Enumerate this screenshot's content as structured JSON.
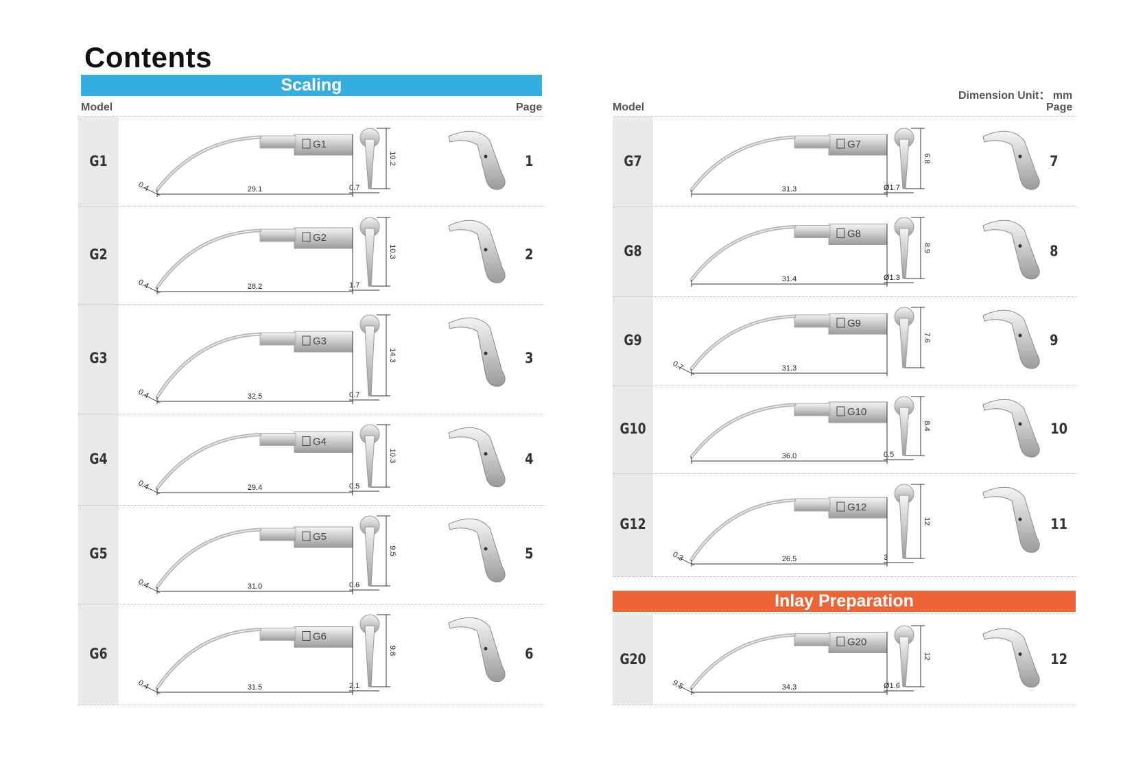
{
  "title": "Contents",
  "header": {
    "model_label": "Model",
    "page_label": "Page",
    "dimension_unit": "Dimension Unit： mm"
  },
  "categories": {
    "scaling": "Scaling",
    "inlay": "Inlay Preparation"
  },
  "colors": {
    "scaling_bar": "#35ace0",
    "inlay_bar": "#ec6438",
    "model_cell": "#e9e9e9"
  },
  "left_rows": [
    {
      "model": "G1",
      "page": "1",
      "length": "29.1",
      "tip": "0.4",
      "height": "10.2",
      "width": "0.7",
      "label": "G1"
    },
    {
      "model": "G2",
      "page": "2",
      "length": "28.2",
      "tip": "0.4",
      "height": "10.3",
      "width": "1.7",
      "label": "G2"
    },
    {
      "model": "G3",
      "page": "3",
      "length": "32.5",
      "tip": "0.4",
      "height": "14.3",
      "width": "0.7",
      "label": "G3"
    },
    {
      "model": "G4",
      "page": "4",
      "length": "29.4",
      "tip": "0.4",
      "height": "10.3",
      "width": "0.5",
      "label": "G4"
    },
    {
      "model": "G5",
      "page": "5",
      "length": "31.0",
      "tip": "0.4",
      "height": "9.5",
      "width": "0.6",
      "label": "G5"
    },
    {
      "model": "G6",
      "page": "6",
      "length": "31.5",
      "tip": "0.4",
      "height": "9.8",
      "width": "2.1",
      "label": "G6"
    }
  ],
  "right_rows": [
    {
      "model": "G7",
      "page": "7",
      "length": "31.3",
      "tip": "",
      "height": "6.8",
      "width": "Ø1.7",
      "label": "G7"
    },
    {
      "model": "G8",
      "page": "8",
      "length": "31.4",
      "tip": "",
      "height": "8.9",
      "width": "Ø1.3",
      "label": "G8"
    },
    {
      "model": "G9",
      "page": "9",
      "length": "31.3",
      "tip": "0.7",
      "height": "7.6",
      "width": "",
      "label": "G9"
    },
    {
      "model": "G10",
      "page": "10",
      "length": "36.0",
      "tip": "",
      "height": "8.4",
      "width": "0.5",
      "label": "G10"
    },
    {
      "model": "G12",
      "page": "11",
      "length": "26.5",
      "tip": "0.3",
      "height": "12",
      "width": "3",
      "label": "G12"
    }
  ],
  "inlay_rows": [
    {
      "model": "G20",
      "page": "12",
      "length": "34.3",
      "tip": "9.5",
      "height": "12",
      "width": "Ø1.6",
      "label": "G20"
    }
  ]
}
